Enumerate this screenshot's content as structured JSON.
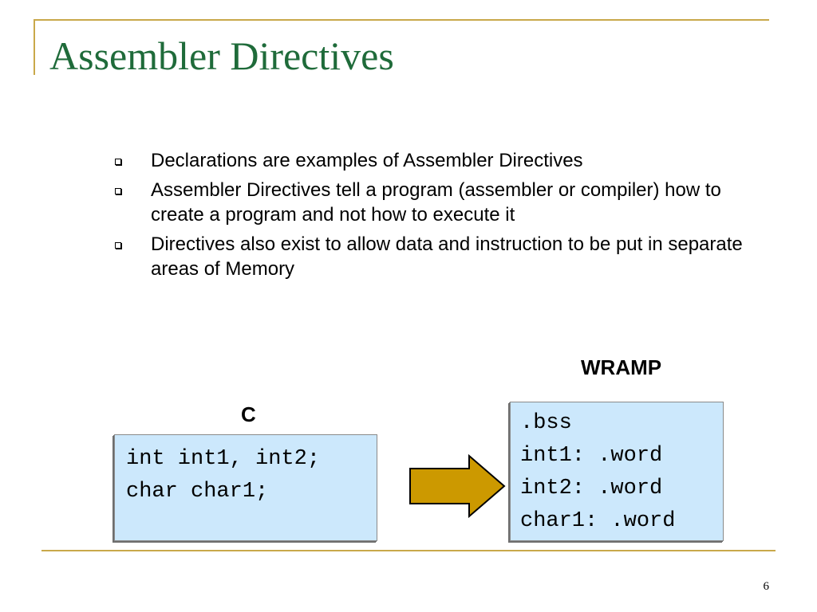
{
  "slide": {
    "title": "Assembler Directives",
    "page_number": "6",
    "accent_color": "#c9a84a",
    "title_color": "#1f6b3a"
  },
  "bullets": [
    {
      "text": "Declarations are examples of Assembler Directives"
    },
    {
      "text": "Assembler Directives tell a program (assembler or compiler) how to create a program and not how to execute it"
    },
    {
      "text": "Directives also exist to allow data and instruction to be put in separate areas of Memory"
    }
  ],
  "diagram": {
    "c_label": "C",
    "wramp_label": "WRAMP",
    "c_code": [
      "int int1, int2;",
      "char char1;"
    ],
    "wramp_code": [
      ".bss",
      "int1: .word",
      "int2: .word",
      "char1: .word"
    ],
    "code_box_color": "#cce8fc",
    "arrow_color": "#cc9900",
    "arrow_icon": "right-arrow-icon"
  }
}
